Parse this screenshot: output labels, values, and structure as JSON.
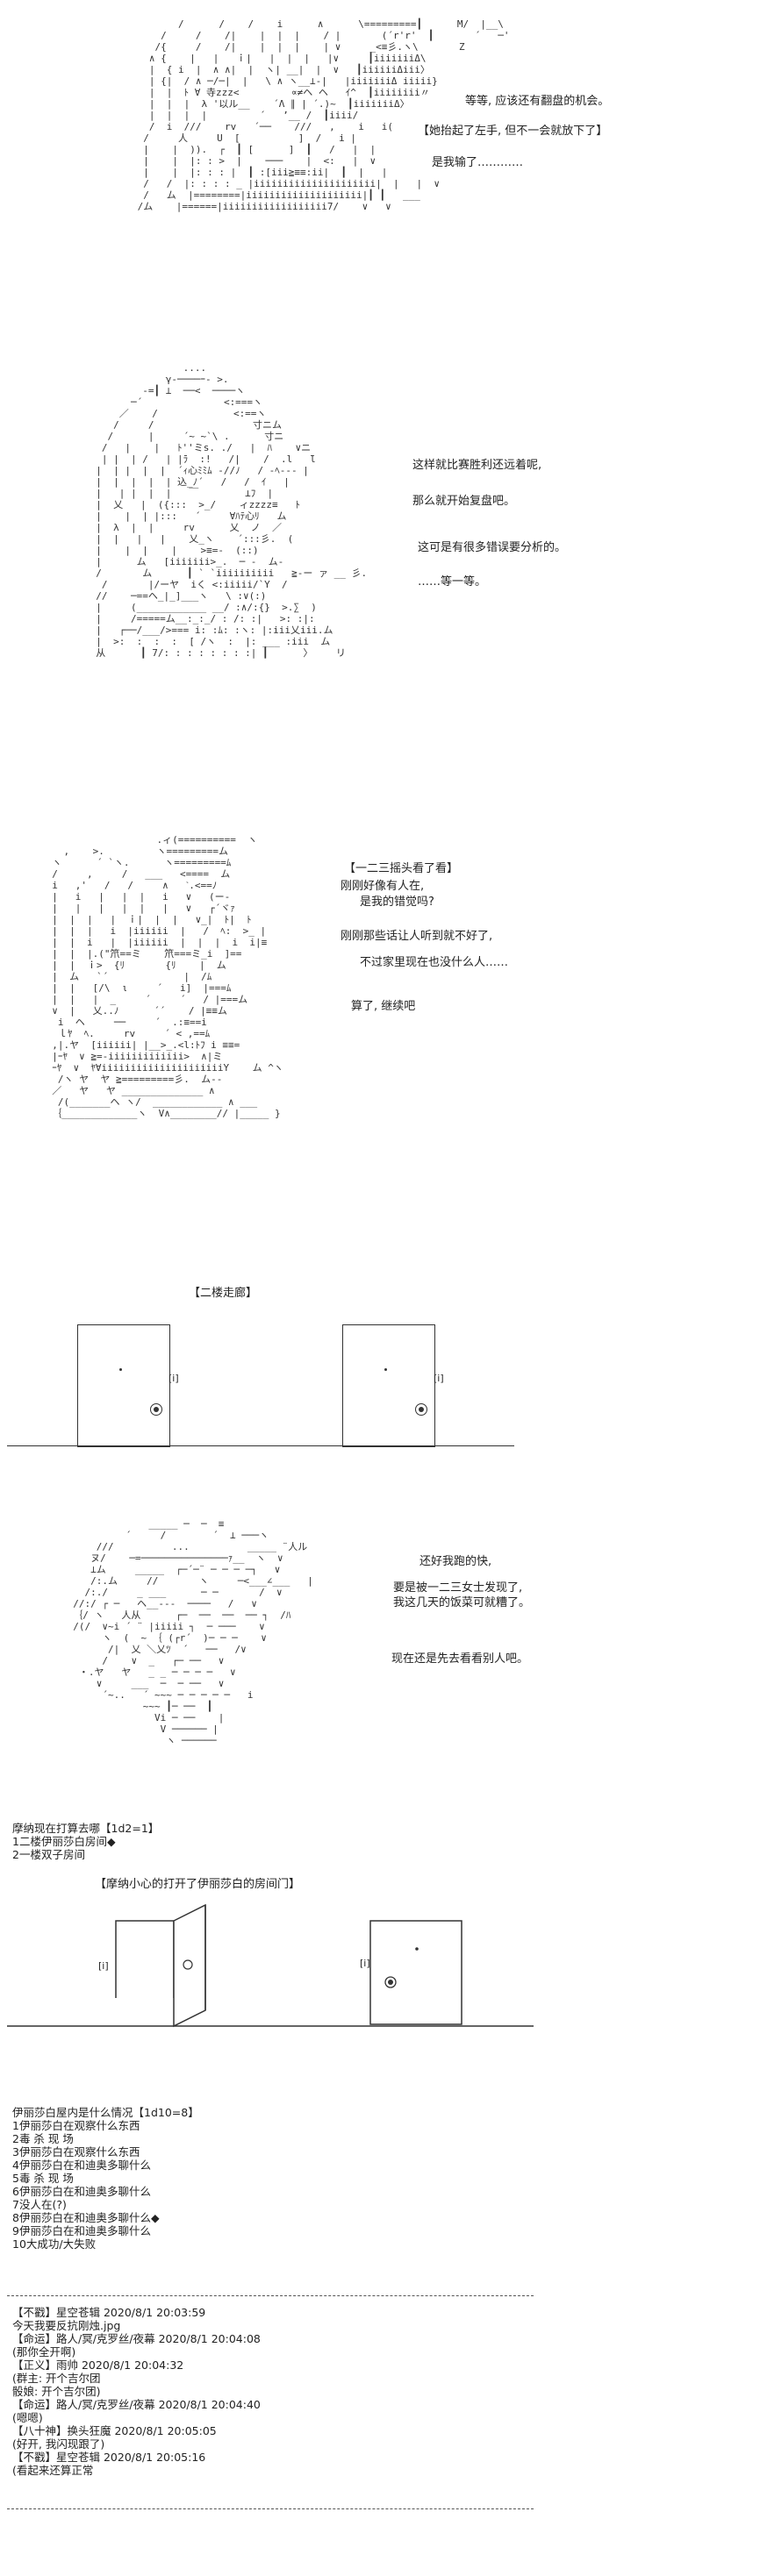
{
  "scene1": {
    "dialogue": [
      "等等, 应该还有翻盘的机会。",
      "【她抬起了左手, 但不一会就放下了】",
      "是我输了…………"
    ],
    "art": "        /      /    /    i      ∧      \\=========┃      M/  |__\\\n     /     /    /|    |  |  |    / |       (´r'r'  ┃       ´   ─'\n    /{     /    /|    |  |  |    | ∨     _<≡彡.ヽ\\       Z\n   ∧ {    |   |   ｉ|   |  |  |   |∨     ┃iiiiiiiΔ\\\n   |  { i  |  ∧ ∧|  |  ヽ| __|  |  ∨   ┃iiiiiiΔiii〉\n   | {|  / ∧ ─/─|  |   \\ ∧ ヽ__⊥-|   |iiiiiiiΔ iiiii}\n   |  |  ﾄ ∀ 寺zzz<         ∝≠ヘ ヘ   ｲ^  ┃iiiiiiii〃\n   |  |  |  λ '以ル__    ´Λ ∥ | ´.)~  ┃iiiiiiiΔ〉\n   |  |  |  |         ´   ʼ__ /  ┃iiii/\n   /  i  ///    rv   ´──    ///   ,    i   i(\n  /     人     U  [          ]  /   i |\n  |    |  )).  ┌  ┃ [      ]  ┃   /   |  |\n  |    |  |: : >  |    ───    |  <:   |  ∨\n  |    |  |: : : |  ┃ :[iii≧≡≡:ii|  ┃  |   |\n  /   /  |: : : : _ |iiiiiiiiiiiiiiiiiiiii|  |   |  ∨\n  /   ム  |========|iiiiiiiiiiiiiiiiiiii|┃ ┃   ___\n /ム    |======|iiiiiiiiiiiiiiiiii7/    ∨   ∨"
  },
  "scene2": {
    "dialogue": [
      "这样就比赛胜利还远着呢,",
      "那么就开始复盘吧。",
      "这可是有很多错误要分析的。",
      "……等一等。"
    ],
    "art": "                 ....\n              γ‐────ｰ- >.\n          ‐=┃ ⊥  ──<  ────ヽ\n        ─´              <:===ヽ\n      ／    /             <:==ヽ\n     /     /                 寸ニム\n    /      |     ´~ ~`\\ .      寸ニ\n   /   |    |   ﾄ''ミs. ./   |  ﾊ    ∨ニ\n   | |  | /   | |ﾗ  :!   /|    /  .l   ̄l\n  |  | |  |  |  ´ｨ心ﾐﾐﾑ ‐//ﾉ   / -ﾍ--- |\n  |  |  |  |  | 込_ﾉ´   /   /  ｲ   |\n  |   | |  |  |   ￣        ⊥ﾌ  |\n  |  乂   |  ({:::  >_/    ィzzzz≡   ﾄ\n  |    |  | |:::   ´     ∀ﾊﾃ心ﾘ   ム\n  |  λ  |  |     rv      乂  ノ  ／\n  |  |   |   |    乂_ヽ    ´:::彡.  (\n  |    |  |    |    >≡=-  (::)\n  |      ム   [iiiiiii>_.  ─ -  ム-\n  /       ム      ┃ ` `iiiiiiiiii   ≧-ー ァ __ 彡.\n   /       |/ーヤ  iく <:iiiii/`Y  /\n  //    ─==ヘ_|_]___ヽ   \\ :∨(:)\n  |     (____________ __/ :∧/:{}  >.∑  )\n  |     /=====ム__:_:_/ : /: :|   >: :|:\n  |   ┌──/___/>=== i: :ﾑ: :ヽ: |:iii乂iii.ム\n  |  >:  :  :  :  [ /ヽ  :  |: ___ :iii  ム\n  从      ┃ 7/: : : : : : : :| ┃      〉    リ"
  },
  "scene3": {
    "dialogue": [
      "【一二三摇头看了看】",
      "刚刚好像有人在,",
      "是我的错觉吗?",
      "刚刚那些话让人听到就不好了,",
      "不过家里现在也没什么人……",
      "算了, 继续吧"
    ],
    "art": "                    .ィ(==========  ヽ\n    ,    >.         ヽ=========ム\n  ヽ      ´ `ヽ.      ヽ=========ﾑ\n  /     ,     /   ___   <====  ム\n  i   ,'   /   /     ∧   ˋ.<==ﾉ\n  |   i   |   |  |   i   ∨   (ー-\n  |   |   |   |  |   |   ∨   ┌´ヾｧ\n  |  |  |   |  ｉ|  |  |   ∨_|  ﾄ|  ﾄ\n  |  |  |   i  |iiiiii  |   /  ﾍ:  >_ |\n  |  |  i   |  |iiiiii  |  |  |  i  i|≡\n  |  |  |.(\"笊==ミ    笊===ミ_i  ]==\n  |  |  ｉ>  {ﾘ       {ﾘ    |  ム\n  |  ム   `´             |  /ﾑ\n  |  |   [/\\  ι     ´   i]  |===ﾑ\n  |  |   |  _     ´     ´   / |===ム\n  ∨  |   乂..ﾉ      ´´    / |≡≡ム\n   i  ヘ     ──     ´  .:≡==i\n   ｌﾔ  ﾍ.     rv     ´ < ,==ﾑ\n  ,|.ヤ  [iiiiii| |__>_.<l:ﾄﾌ i ≡≡=\n  |ｰﾔ  ∨ ≧=-iiiiiiiiiiiii>  ∧|ミ\n  ｰﾔ  ∨  ﾔ∀iiiiiiiiiiiiiiiiiiiiiY    ム ^ヽ\n   /ヽ ヤ  ヤ ≧=========彡.  ム--\n  ／   ヤ   ヤ ______________ ∧\n   /(_______ヘ ヽ/  ____________ ∧ ___\n  ｛_____________ヽ  V∧________// |_____ }"
  },
  "scene4": {
    "caption": "【二楼走廊】",
    "plate": "[i]"
  },
  "scene5": {
    "dialogue": [
      "还好我跑的快,",
      "要是被一二三女士发现了,",
      "我这几天的饭菜可就糟了。",
      "现在还是先去看看别人吧。"
    ],
    "art": "               _____ ─  ─  ≡\n           ´     /        ´  ⊥ ───ヽ\n      ///          ...          _____ ¨人ル\n     ヌ/    ─=───────────────ｧ__  ヽ  ∨\n     ⊥ム     _____  ┌─´─¨ ─ ─ ─ ─┐   ∨\n     /:.ム     //       ヽ     ─<___∠___   |\n    /:./     _ ___      ─ ─       /  ∨\n  //:/ ┌ ─   ヘ__---  ────   /   ∨\n  ｛/ ヽ   人从      ┌─  ──  ──  ── ┐  /ﾊ\n  /(/  ∨~i ´ ¨ |iiiii ┐  ─ ───    ∨\n       ヽ  (  ~ ｛ (┌r´  )─ ─ ─    ∨\n        /|  乂 ＼乂ﾂ  ´   ──   /∨\n       /    ∨  _   ┌─ ──   ∨\n   ・.ヤ   ヤ   _ _ ─ ─ ─ ─   ∨\n      ∨     ___  ─  ─ ──   ∨\n       ´~..   ´ ~~~ ─ ─ ─ ─ ─   i\n              ~~~ ┃─ ──  ┃\n                Vi ─ ──    |\n                 V ────── |\n                  ヽ ──────"
  },
  "vote1": {
    "lines": [
      "摩纳现在打算去哪【1d2=1】",
      "1二楼伊丽莎白房间◆",
      "2一楼双子房间"
    ]
  },
  "scene6": {
    "caption": "【摩纳小心的打开了伊丽莎白的房间门】",
    "plate": "[i]"
  },
  "vote2": {
    "lines": [
      "伊丽莎白屋内是什么情况【1d10=8】",
      "1伊丽莎白在观察什么东西",
      "2毒 杀 现 场",
      "3伊丽莎白在观察什么东西",
      "4伊丽莎白在和迪奥多聊什么",
      "5毒 杀 现 场",
      "6伊丽莎白在和迪奥多聊什么",
      "7没人在(?)",
      "8伊丽莎白在和迪奥多聊什么◆",
      "9伊丽莎白在和迪奥多聊什么",
      "10大成功/大失败"
    ]
  },
  "chat": {
    "lines": [
      "【不戳】星空苍辑 2020/8/1 20:03:59",
      "今天我要反抗刚烛.jpg",
      "【命运】路人/冥/克罗丝/夜幕 2020/8/1 20:04:08",
      "(那你全开啊)",
      "【正义】雨帅 2020/8/1 20:04:32",
      "(群主: 开个吉尔团",
      "骰娘: 开个吉尔团)",
      "【命运】路人/冥/克罗丝/夜幕 2020/8/1 20:04:40",
      "(嗯嗯)",
      "【八十神】换头狂魔 2020/8/1 20:05:05",
      "(好开, 我闪现跟了)",
      "【不戳】星空苍辑 2020/8/1 20:05:16",
      "(看起来还算正常"
    ]
  }
}
